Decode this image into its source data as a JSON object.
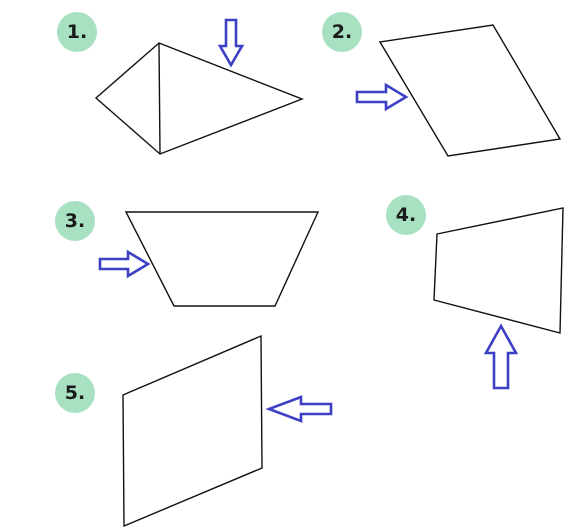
{
  "colors": {
    "badge_fill": "#a8e0c2",
    "arrow_fill": "#ffffff",
    "arrow_stroke": "#3d3fc4",
    "line": "#111111"
  },
  "figures": [
    {
      "label": "1.",
      "shape": "quadrilateral-with-diagonal",
      "arrow": "down-arrow-icon"
    },
    {
      "label": "2.",
      "shape": "parallelogram",
      "arrow": "right-arrow-icon"
    },
    {
      "label": "3.",
      "shape": "trapezoid",
      "arrow": "right-arrow-icon"
    },
    {
      "label": "4.",
      "shape": "quadrilateral",
      "arrow": "up-arrow-icon"
    },
    {
      "label": "5.",
      "shape": "parallelogram",
      "arrow": "left-arrow-icon"
    }
  ]
}
